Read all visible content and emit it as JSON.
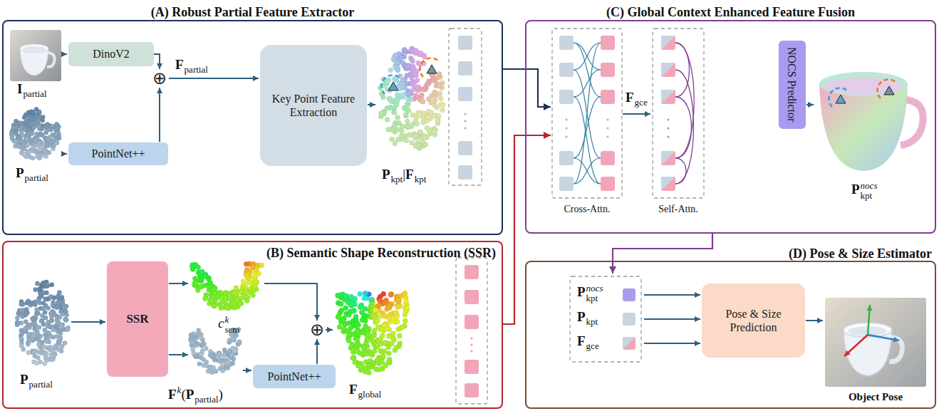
{
  "diagram": {
    "nodes": [
      {
        "text": [
          "(A) Robust Partial Feature Extractor"
        ]
      },
      {
        "text": [
          "DinoV2"
        ],
        "in": 0
      },
      {
        "text": [
          "PointNet++"
        ],
        "in": 0
      },
      {
        "text": [
          "Key Point Feature Extraction"
        ],
        "in": 0
      },
      {
        "text": [
          "(B) Semantic Shape Reconstruction (SSR)"
        ]
      },
      {
        "text": [
          "SSR"
        ],
        "in": 4
      },
      {
        "text": [
          "PointNet++"
        ],
        "in": 4
      },
      {
        "text": [
          "(C) Global Context Enhanced Feature Fusion"
        ]
      },
      {
        "text": [
          "NOCS Predictor"
        ],
        "in": 7
      },
      {
        "text": [
          "(D) Pose & Size Estimator"
        ]
      },
      {
        "text": [
          "Pose & Size Prediction"
        ],
        "in": 9
      }
    ],
    "edges": [
      {
        "from": 0,
        "to": 7,
        "arrow": "to"
      },
      {
        "from": 4,
        "to": 7,
        "arrow": "to"
      },
      {
        "from": 7,
        "to": 9,
        "arrow": "to"
      }
    ],
    "labels": [
      "I",
      "partial",
      "P",
      "partial",
      "⊕",
      "F",
      "partial",
      "P",
      "kpt",
      "|",
      "F",
      "kpt",
      "P",
      "partial",
      "c",
      "k",
      "sem",
      "F",
      "k",
      "(",
      "P",
      "partial",
      ")",
      "⊕",
      "F",
      "global",
      "F",
      "gce",
      "Cross-Attn.",
      "Self-Attn.",
      "P",
      "nocs",
      "kpt",
      "P",
      "nocs",
      "kpt",
      "P",
      "kpt",
      "F",
      "gce",
      "Object Pose"
    ]
  }
}
